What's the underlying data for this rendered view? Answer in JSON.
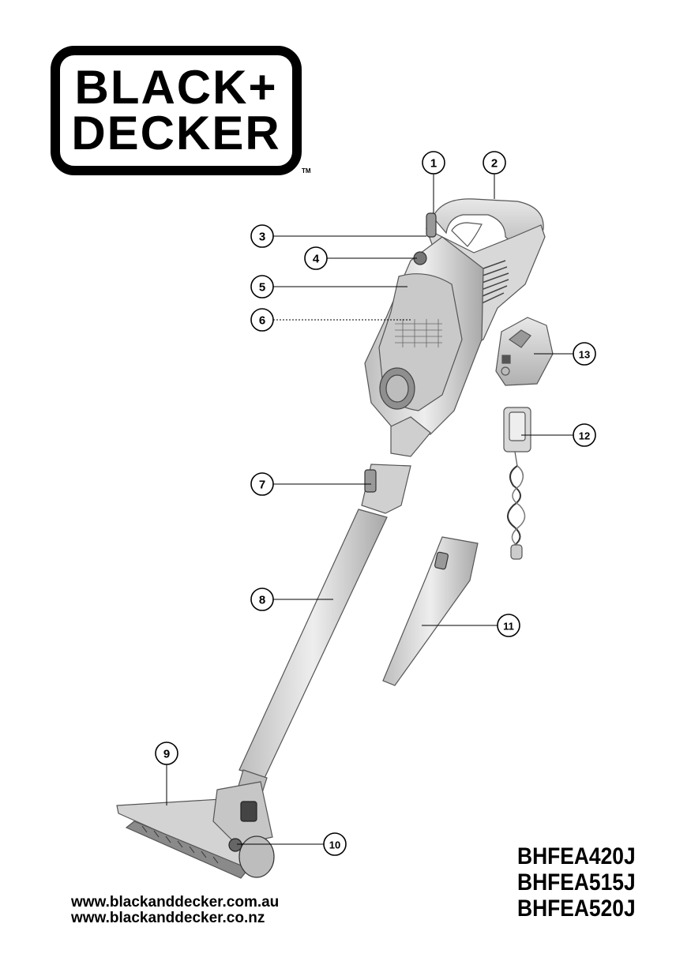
{
  "brand": {
    "line1": "BLACK+",
    "line2": "DECKER",
    "tm": "TM"
  },
  "callouts": [
    "1",
    "2",
    "3",
    "4",
    "5",
    "6",
    "7",
    "8",
    "9",
    "10",
    "11",
    "12",
    "13"
  ],
  "models": [
    "BHFEA420J",
    "BHFEA515J",
    "BHFEA520J"
  ],
  "websites": [
    "www.blackanddecker.com.au",
    "www.blackanddecker.co.nz"
  ],
  "colors": {
    "ink": "#000000",
    "product_grey": "#dcdcdc",
    "product_shade": "#9a9a9a"
  }
}
